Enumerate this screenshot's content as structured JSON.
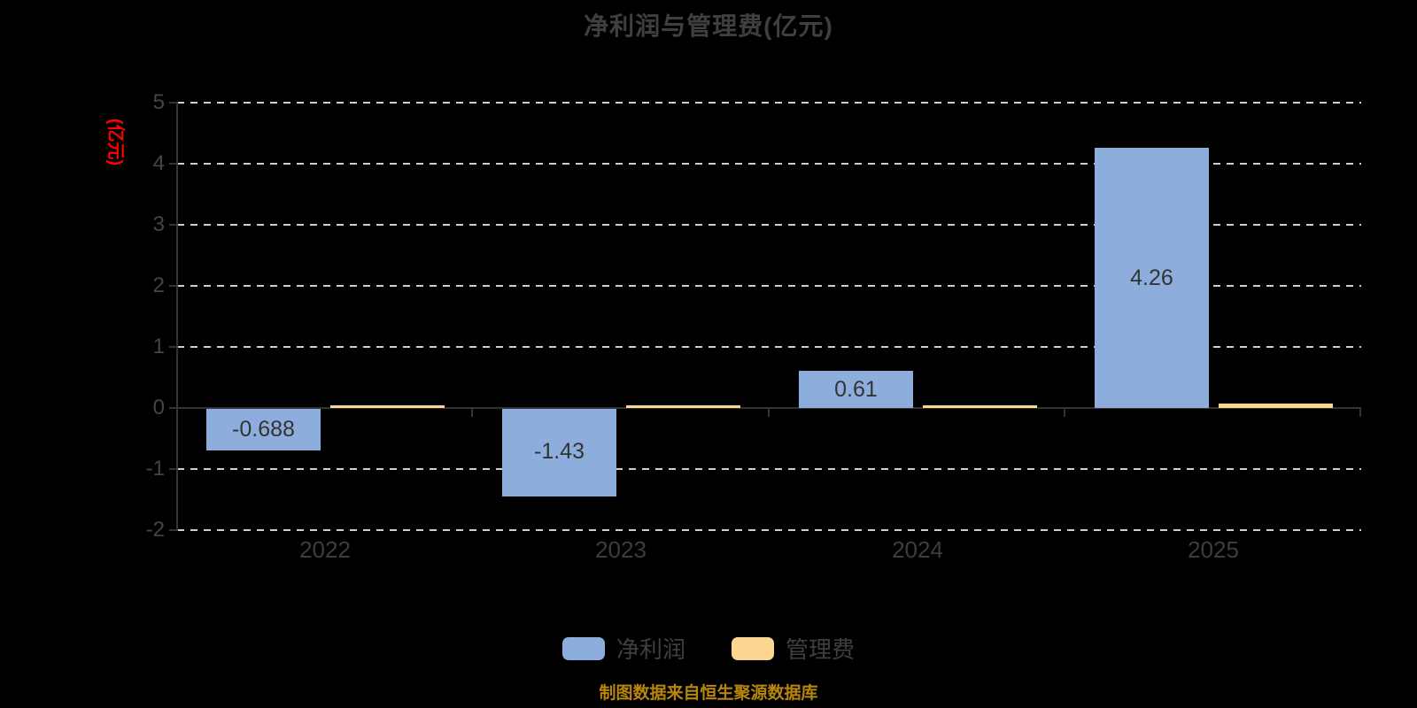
{
  "title": "净利润与管理费(亿元)",
  "footer": {
    "source_text": "制图数据来自恒生聚源数据库"
  },
  "colors": {
    "background": "#000000",
    "title_text": "#3F3F3F",
    "axis_line": "#333333",
    "grid_dash": "#CFCFCF",
    "y_unit_label": "#FF0000",
    "net_profit_bar": "#8DAEDC",
    "mgmt_fee_bar": "#FCD792",
    "footer_text": "#B8860B"
  },
  "chart_data": {
    "type": "bar",
    "title": "净利润与管理费(亿元)",
    "ylabel": "(亿元)",
    "categories": [
      "2022",
      "2023",
      "2024",
      "2025"
    ],
    "series": [
      {
        "name": "净利润",
        "color": "#8DAEDC",
        "values": [
          -0.688,
          -1.43,
          0.61,
          4.26
        ],
        "labels": [
          "-0.688",
          "-1.43",
          "0.61",
          "4.26"
        ],
        "show_labels": true
      },
      {
        "name": "管理费",
        "color": "#FCD792",
        "values": [
          0.05,
          0.04,
          0.04,
          0.07
        ],
        "labels": [
          "",
          "",
          "",
          ""
        ],
        "show_labels": false
      }
    ],
    "ylim": [
      -2,
      5
    ],
    "ytick_step": 1,
    "yticks": [
      5,
      4,
      3,
      2,
      1,
      0,
      -1,
      -2
    ],
    "grid": "horizontal-dashed",
    "legend_position": "bottom",
    "value_label_position": "inside-center"
  }
}
